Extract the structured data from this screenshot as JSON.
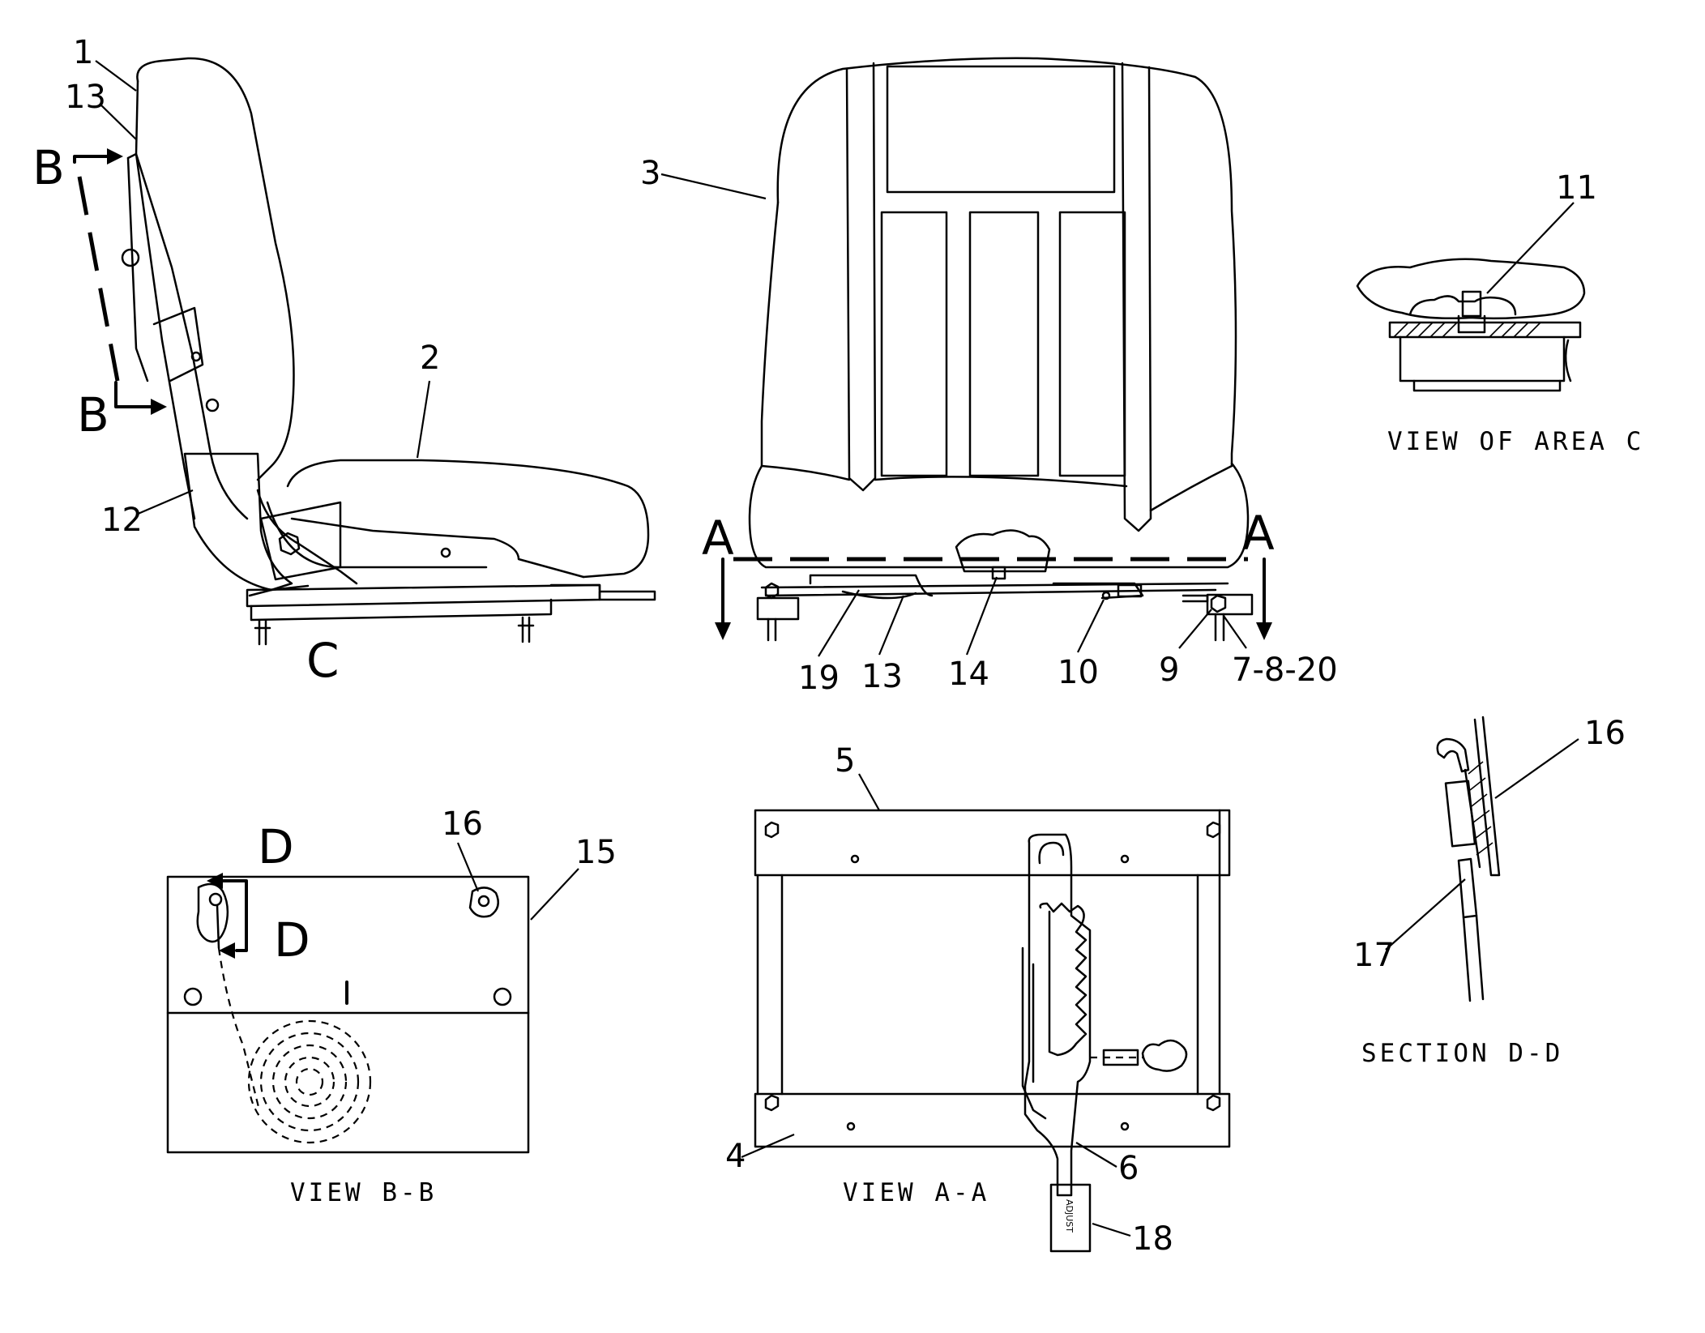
{
  "views": {
    "side": {
      "callouts": [
        "1",
        "13",
        "2",
        "12"
      ],
      "section_letters": [
        "B",
        "B",
        "C"
      ]
    },
    "front": {
      "callouts": [
        "3",
        "19",
        "13",
        "14",
        "10",
        "9",
        "7-8-20"
      ],
      "section_letters": [
        "A",
        "A"
      ]
    },
    "area_c": {
      "callout": "11",
      "caption": "VIEW OF AREA C"
    },
    "view_bb": {
      "callouts": [
        "16",
        "15"
      ],
      "section_letters": [
        "D",
        "D"
      ],
      "caption": "VIEW B-B"
    },
    "view_aa": {
      "callouts": [
        "5",
        "4",
        "6",
        "18"
      ],
      "handle_text": "ADJUST",
      "caption": "VIEW A-A"
    },
    "section_dd": {
      "callouts": [
        "16",
        "17"
      ],
      "caption": "SECTION D-D"
    }
  }
}
